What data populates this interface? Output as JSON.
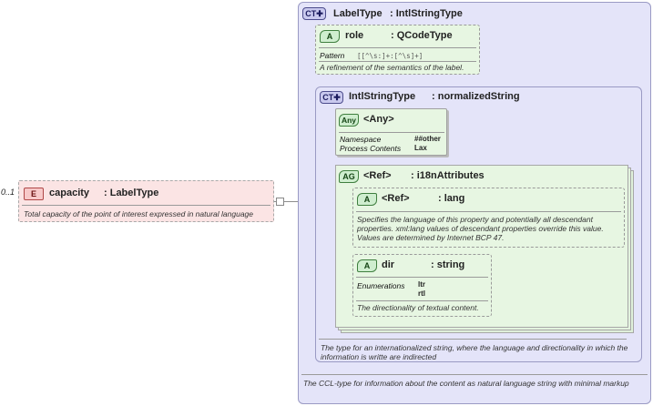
{
  "element": {
    "occurrence": "0..1",
    "badge": "E",
    "name": "capacity",
    "type": ": LabelType",
    "doc": "Total capacity of the point of interest expressed in natural language"
  },
  "outer_ct": {
    "badge": "CT",
    "name": "LabelType",
    "type": ": IntlStringType",
    "doc": "The CCL-type for information about the content as natural language string with minimal markup"
  },
  "role_attr": {
    "badge": "A",
    "name": "role",
    "type": ": QCodeType",
    "pattern_label": "Pattern",
    "pattern_value": "[[^\\s:]+:[^\\s]+]",
    "doc": "A refinement of the semantics of the label."
  },
  "inner_ct": {
    "badge": "CT",
    "name": "IntlStringType",
    "type": ": normalizedString",
    "doc": "The type for an internationalized string, where the language and directionality in which the information is writte are indirected"
  },
  "any": {
    "badge": "Any",
    "name": "<Any>",
    "ns_label": "Namespace",
    "ns_value": "##other",
    "pc_label": "Process Contents",
    "pc_value": "Lax"
  },
  "ag": {
    "badge": "AG",
    "name": "<Ref>",
    "type": ": i18nAttributes"
  },
  "lang_attr": {
    "badge": "A",
    "name": "<Ref>",
    "type": ": lang",
    "doc": "Specifies the language of this property and potentially all descendant properties. xml:lang values of descendant properties override this value. Values are determined by Internet BCP 47."
  },
  "dir_attr": {
    "badge": "A",
    "name": "dir",
    "type": ": string",
    "enum_label": "Enumerations",
    "enum_values": [
      "ltr",
      "rtl"
    ],
    "doc": "The directionality of textual content."
  },
  "colors": {
    "ct_fill": "#e4e4f9",
    "ct_border": "#9a9ac4",
    "attr_fill": "#e7f6e2",
    "element_fill": "#fbe4e4"
  }
}
